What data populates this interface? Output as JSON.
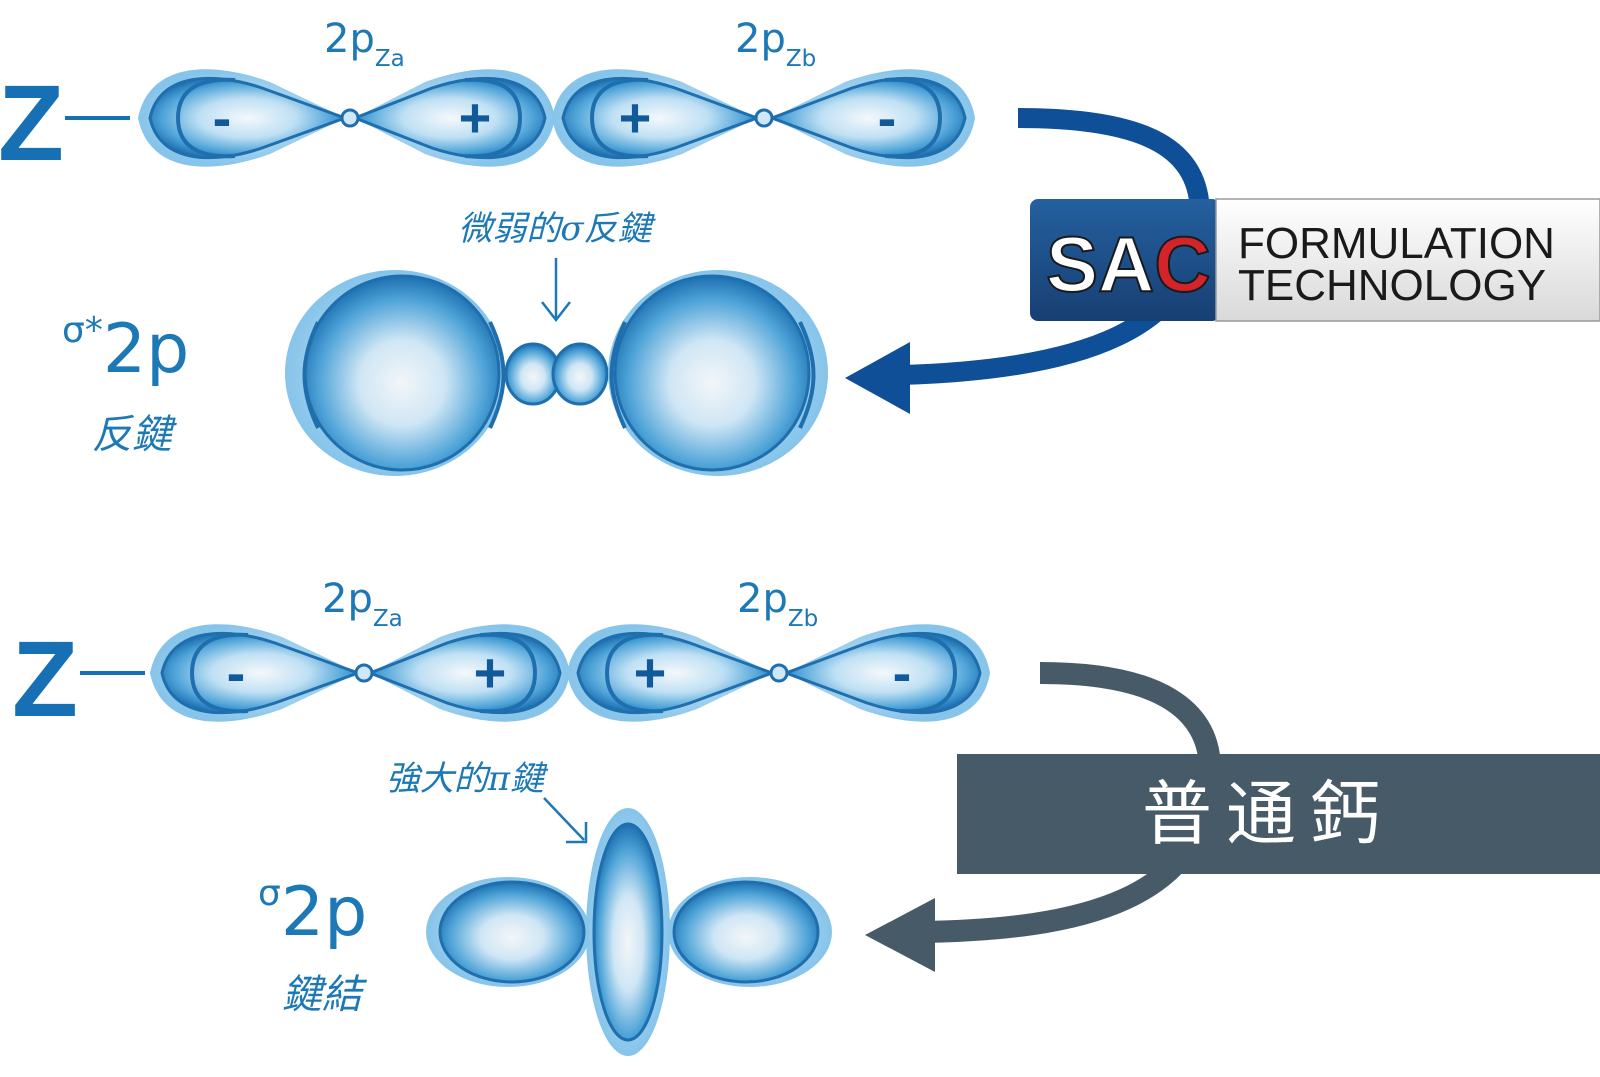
{
  "diagram": {
    "top": {
      "z_label": "Z",
      "orbital_a": {
        "main": "2p",
        "sub": "Za"
      },
      "orbital_b": {
        "main": "2p",
        "sub": "Zb"
      },
      "signs": [
        "-",
        "+",
        "+",
        "-"
      ],
      "annotation": "微弱的σ反鍵",
      "mo_symbol": "σ",
      "mo_sup": "*",
      "mo_main": "2p",
      "mo_caption": "反鍵"
    },
    "bottom": {
      "z_label": "Z",
      "orbital_a": {
        "main": "2p",
        "sub": "Za"
      },
      "orbital_b": {
        "main": "2p",
        "sub": "Zb"
      },
      "signs": [
        "-",
        "+",
        "+",
        "-"
      ],
      "annotation": "強大的π鍵",
      "mo_symbol": "σ",
      "mo_main": "2p",
      "mo_caption": "鍵結"
    },
    "badge_sac": {
      "letters": "SAC",
      "line1": "FORMULATION",
      "line2": "TECHNOLOGY"
    },
    "badge_normal": {
      "text": "普通鈣"
    }
  },
  "colors": {
    "orbital_blue": "#1d78b6",
    "arrow_blue": "#0f4f97",
    "arrow_gray": "#475a68",
    "brand_red": "#d3232b",
    "brand_navy": "#1b4f8c"
  }
}
